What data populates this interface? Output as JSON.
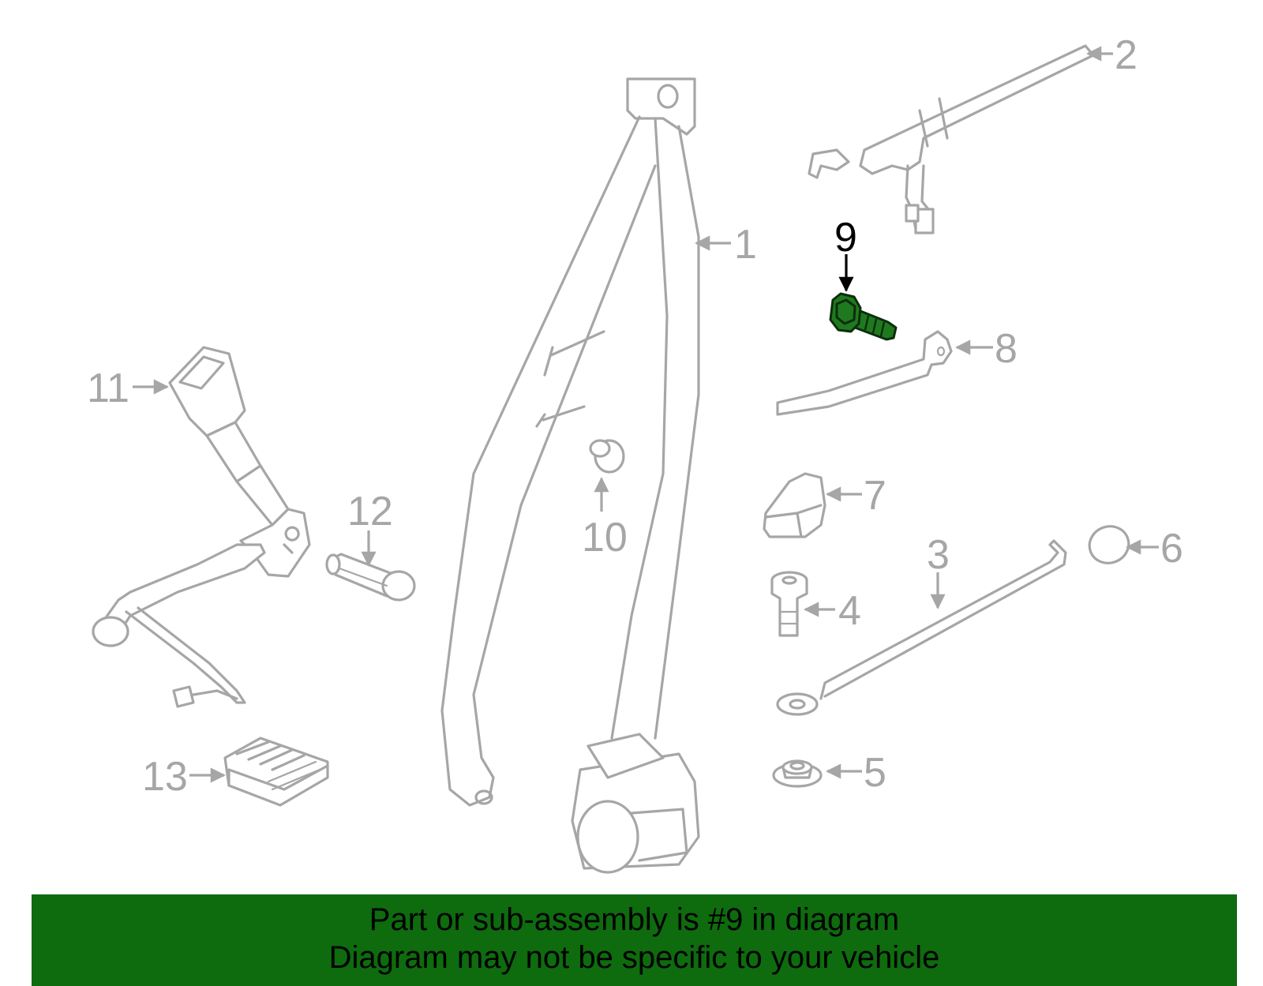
{
  "diagram": {
    "highlighted_callout": "9",
    "highlight_color": "#1f7a1f",
    "callouts": [
      {
        "id": "1",
        "label": "1"
      },
      {
        "id": "2",
        "label": "2"
      },
      {
        "id": "3",
        "label": "3"
      },
      {
        "id": "4",
        "label": "4"
      },
      {
        "id": "5",
        "label": "5"
      },
      {
        "id": "6",
        "label": "6"
      },
      {
        "id": "7",
        "label": "7"
      },
      {
        "id": "8",
        "label": "8"
      },
      {
        "id": "9",
        "label": "9"
      },
      {
        "id": "10",
        "label": "10"
      },
      {
        "id": "11",
        "label": "11"
      },
      {
        "id": "12",
        "label": "12"
      },
      {
        "id": "13",
        "label": "13"
      }
    ]
  },
  "banner": {
    "line1": "Part or sub-assembly is #9 in diagram",
    "line2": "Diagram may not be specific to your vehicle",
    "background_color": "#0e6b0e"
  }
}
